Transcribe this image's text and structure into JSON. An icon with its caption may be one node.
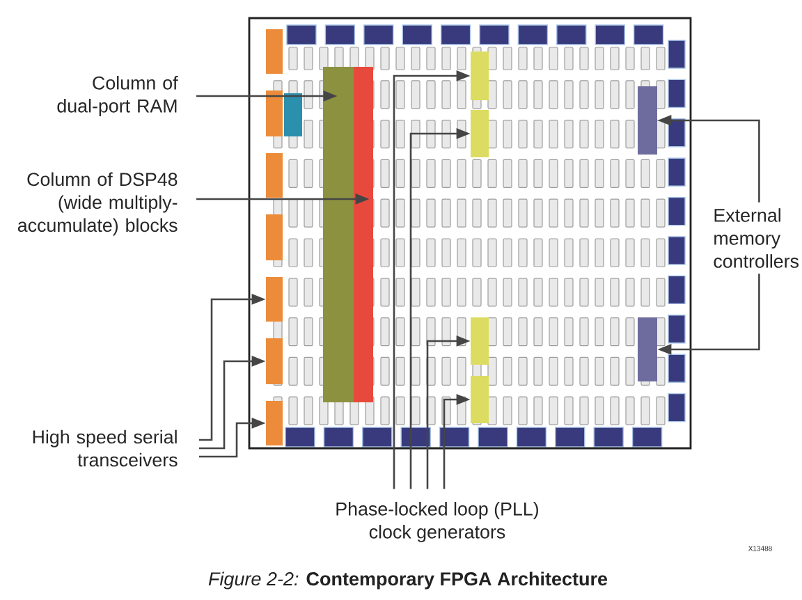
{
  "diagram": {
    "caption": "*Figure 2-2:* **Contemporary FPGA Architecture**",
    "nodes": [
      {
        "text": [
          "Column of dual-port RAM"
        ]
      },
      {
        "text": [
          "Column of DSP48 (wide multiply-accumulate) blocks"
        ]
      },
      {
        "text": [
          "High speed serial transceivers"
        ]
      },
      {
        "text": [
          "Phase-locked loop (PLL) clock generators"
        ]
      },
      {
        "text": [
          "External memory controllers"
        ]
      },
      {
        "text": [],
        "shape": "box"
      },
      {
        "text": [],
        "shape": "box"
      },
      {
        "text": [],
        "shape": "box"
      },
      {
        "text": [],
        "shape": "box"
      },
      {
        "text": [],
        "shape": "box"
      },
      {
        "text": [],
        "shape": "box"
      },
      {
        "text": [],
        "shape": "box"
      },
      {
        "text": [],
        "shape": "box"
      },
      {
        "text": [],
        "shape": "box"
      },
      {
        "text": [],
        "shape": "box"
      },
      {
        "text": [],
        "shape": "box"
      },
      {
        "text": [],
        "shape": "box"
      },
      {
        "text": [],
        "shape": "box"
      },
      {
        "text": [],
        "shape": "box"
      },
      {
        "text": [],
        "shape": "box"
      }
    ],
    "edges": [
      {
        "from": 0,
        "to": 5,
        "arrow": "to"
      },
      {
        "from": 1,
        "to": 6,
        "arrow": "to"
      },
      {
        "from": 2,
        "to": 11,
        "arrow": "to"
      },
      {
        "from": 2,
        "to": 12,
        "arrow": "to"
      },
      {
        "from": 2,
        "to": 13,
        "arrow": "to"
      },
      {
        "from": 3,
        "to": 14,
        "arrow": "to"
      },
      {
        "from": 3,
        "to": 15,
        "arrow": "to"
      },
      {
        "from": 3,
        "to": 16,
        "arrow": "to"
      },
      {
        "from": 3,
        "to": 17,
        "arrow": "to"
      },
      {
        "from": 4,
        "to": 18,
        "arrow": "to"
      },
      {
        "from": 4,
        "to": 19,
        "arrow": "to"
      }
    ],
    "labels": [
      "X13488"
    ]
  }
}
